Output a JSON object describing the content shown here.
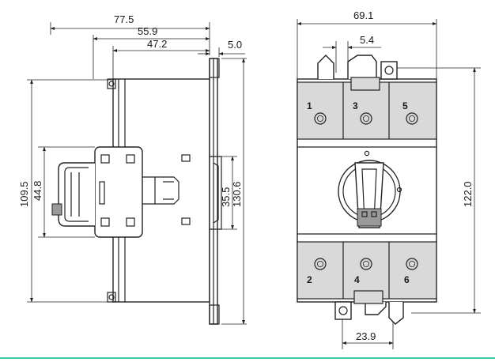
{
  "side_view": {
    "dims": {
      "overall_depth": "77.5",
      "depth_55": "55.9",
      "depth_47": "47.2",
      "flange": "5.0",
      "height_109": "109.5",
      "height_44": "44.8",
      "rail": "35.5",
      "height_130": "130.6"
    }
  },
  "front_view": {
    "dims": {
      "width": "69.1",
      "pitch": "5.4",
      "height": "122.0",
      "mount_spacing": "23.9"
    },
    "terminals_top": [
      "1",
      "3",
      "5"
    ],
    "terminals_bottom": [
      "2",
      "4",
      "6"
    ]
  },
  "colors": {
    "accent_line": "#3ec9a7"
  }
}
